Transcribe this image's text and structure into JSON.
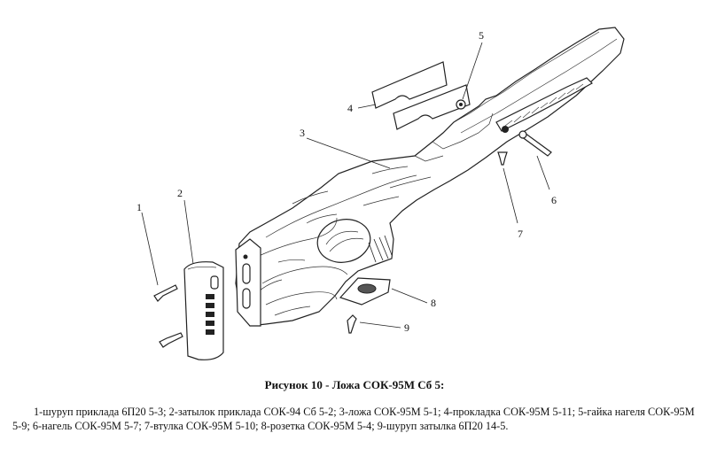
{
  "figure": {
    "caption": "Рисунок 10 - Ложа СОК-95М Сб 5:",
    "legend": "1-шуруп приклада 6П20 5-3; 2-затылок приклада СОК-94 Сб 5-2; 3-ложа СОК-95М 5-1; 4-прокладка СОК-95М 5-11; 5-гайка нагеля СОК-95М 5-9; 6-нагель СОК-95М 5-7; 7-втулка СОК-95М 5-10; 8-розетка СОК-95М 5-4; 9-шуруп затылка 6П20 14-5."
  },
  "callouts": [
    {
      "number": "1",
      "part": "screw-stock"
    },
    {
      "number": "2",
      "part": "butt-plate"
    },
    {
      "number": "3",
      "part": "stock"
    },
    {
      "number": "4",
      "part": "spacer"
    },
    {
      "number": "5",
      "part": "pin-nut"
    },
    {
      "number": "6",
      "part": "pin"
    },
    {
      "number": "7",
      "part": "bushing"
    },
    {
      "number": "8",
      "part": "rosette"
    },
    {
      "number": "9",
      "part": "screw-butt"
    }
  ]
}
